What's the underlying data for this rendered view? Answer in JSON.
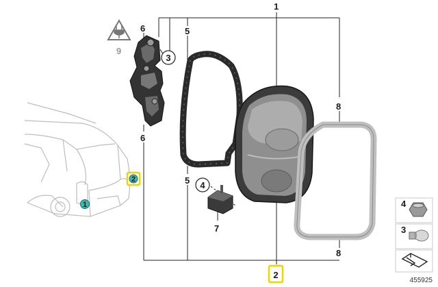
{
  "labels": {
    "p1": "1",
    "p2": "2",
    "p3": "3",
    "p4": "4",
    "p5": "5",
    "p6": "6",
    "p7": "7",
    "p8": "8",
    "p9": "9"
  },
  "car_callouts": [
    "1",
    "2"
  ],
  "legend": [
    {
      "num": "4",
      "icon": "nut-icon"
    },
    {
      "num": "3",
      "icon": "bulb-icon"
    },
    {
      "num": "",
      "icon": "parts-kit-icon"
    }
  ],
  "reference_number": "455925",
  "colors": {
    "callout_teal": "#3fb9b0",
    "callout_yellow": "#f2d200",
    "line": "#222222",
    "car_outline": "#bdbdbd"
  }
}
